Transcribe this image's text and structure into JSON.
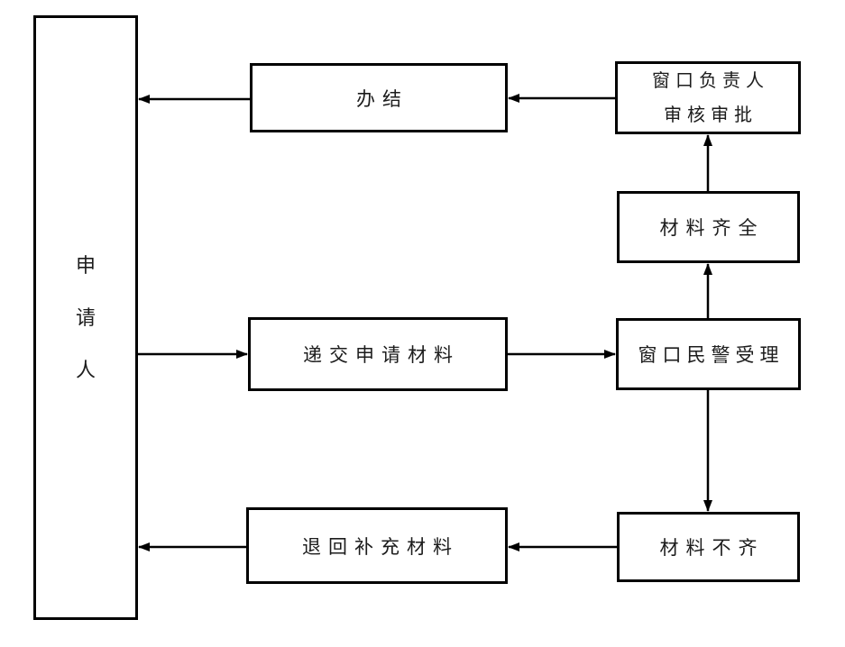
{
  "diagram": {
    "title": "application-processing-flowchart",
    "background_color": "#ffffff",
    "line_color": "#000000",
    "text_color": "#1c1c1c",
    "nodes": {
      "applicant": {
        "label": "申请人",
        "orientation": "vertical"
      },
      "completed": {
        "label": "办结"
      },
      "supervisor_review": {
        "lines": [
          "窗口负责人",
          "审核审批"
        ]
      },
      "materials_complete": {
        "label": "材料齐全"
      },
      "submit_materials": {
        "label": "递交申请材料"
      },
      "window_acceptance": {
        "label": "窗口民警受理"
      },
      "return_materials": {
        "label": "退回补充材料"
      },
      "materials_incomplete": {
        "label": "材料不齐"
      }
    },
    "edges": [
      {
        "from": "supervisor_review",
        "to": "completed",
        "direction": "left"
      },
      {
        "from": "completed",
        "to": "applicant",
        "direction": "left"
      },
      {
        "from": "applicant",
        "to": "submit_materials",
        "direction": "right"
      },
      {
        "from": "submit_materials",
        "to": "window_acceptance",
        "direction": "right"
      },
      {
        "from": "window_acceptance",
        "to": "materials_complete",
        "direction": "up"
      },
      {
        "from": "materials_complete",
        "to": "supervisor_review",
        "direction": "up"
      },
      {
        "from": "window_acceptance",
        "to": "materials_incomplete",
        "direction": "down"
      },
      {
        "from": "materials_incomplete",
        "to": "return_materials",
        "direction": "left"
      },
      {
        "from": "return_materials",
        "to": "applicant",
        "direction": "left"
      }
    ]
  }
}
